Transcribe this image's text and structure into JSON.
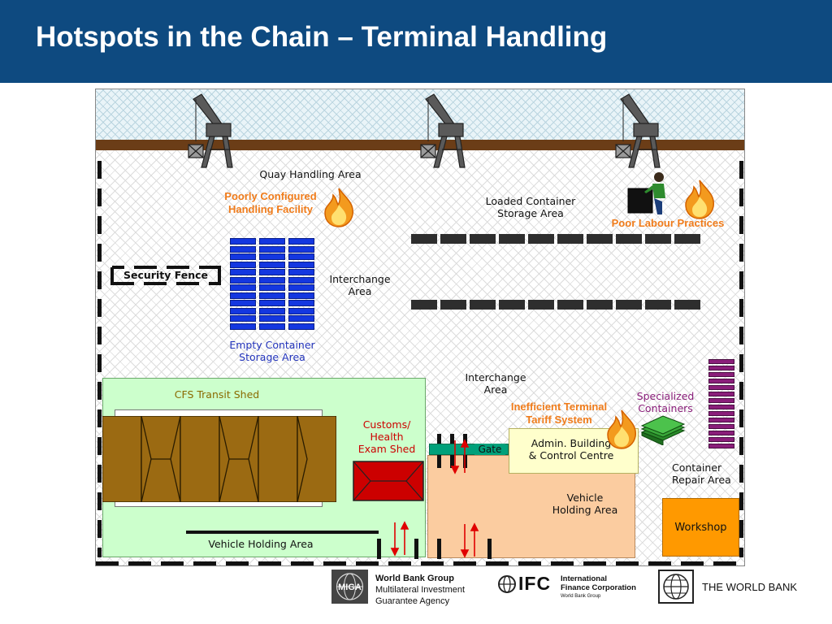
{
  "slide": {
    "title": "Hotspots in the Chain – Terminal Handling"
  },
  "diagram": {
    "labels": {
      "quay_handling": "Quay Handling Area",
      "loaded_storage": "Loaded Container\nStorage Area",
      "interchange_1": "Interchange\nArea",
      "interchange_2": "Interchange\nArea",
      "empty_storage": "Empty Container\nStorage Area",
      "security_fence": "Security Fence",
      "cfs_shed": "CFS Transit Shed",
      "customs": "Customs/\nHealth\nExam Shed",
      "gate": "Gate",
      "admin": "Admin. Building\n& Control Centre",
      "specialized": "Specialized\nContainers",
      "repair": "Container\nRepair Area",
      "vehicle_holding_right": "Vehicle\nHolding Area",
      "vehicle_holding_left": "Vehicle Holding Area",
      "workshop": "Workshop"
    },
    "hotspots": {
      "handling_facility": "Poorly Configured\nHandling Facility",
      "labour": "Poor Labour Practices",
      "tariff": "Inefficient Terminal\nTariff System"
    },
    "icons": [
      "crane-icon",
      "fire-icon",
      "worker-icon",
      "money-icon",
      "arrow-icon"
    ],
    "colors": {
      "header": "#0e4a80",
      "hotspot_text": "#f07c1b",
      "empty_containers": "#1437e0",
      "loaded_containers": "#6d6d6d",
      "cfs_area": "#ccffcc",
      "vehicle_area": "#fbcca0",
      "admin_building": "#ffffcc",
      "workshop": "#ff9900",
      "customs_shed": "#cc0000",
      "specialized_text": "#8a1e7a",
      "empty_text": "#2233bb",
      "cfs_text": "#8a6a00"
    }
  },
  "footer": {
    "miga": {
      "logo_text": "MIGA",
      "name": "World Bank Group",
      "line2": "Multilateral Investment",
      "line3": "Guarantee Agency"
    },
    "ifc": {
      "logo_text": "IFC",
      "name_line1": "International",
      "name_line2": "Finance Corporation",
      "sub": "World Bank Group"
    },
    "world_bank": {
      "name": "THE WORLD BANK"
    }
  }
}
